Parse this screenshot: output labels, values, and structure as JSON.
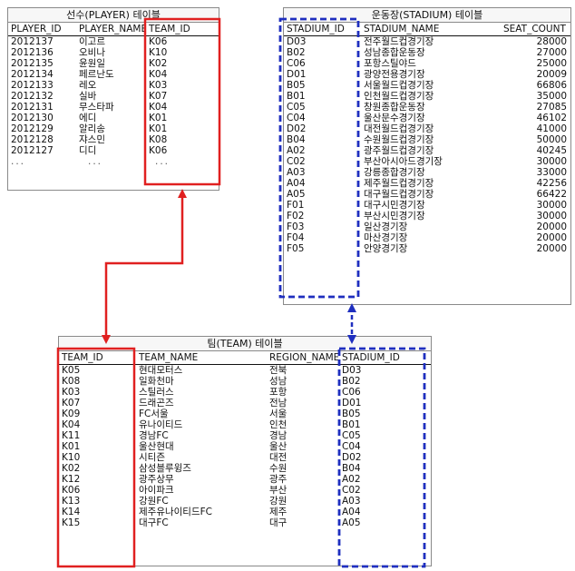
{
  "player_table": {
    "caption": "선수(PLAYER) 테이블",
    "headers": [
      "PLAYER_ID",
      "PLAYER_NAME",
      "TEAM_ID"
    ],
    "rows": [
      [
        "2012137",
        "이고르",
        "K06"
      ],
      [
        "2012136",
        "오비나",
        "K10"
      ],
      [
        "2012135",
        "윤원일",
        "K02"
      ],
      [
        "2012134",
        "페르난도",
        "K04"
      ],
      [
        "2012133",
        "레오",
        "K03"
      ],
      [
        "2012132",
        "실바",
        "K07"
      ],
      [
        "2012131",
        "무스타파",
        "K04"
      ],
      [
        "2012130",
        "에디",
        "K01"
      ],
      [
        "2012129",
        "알리송",
        "K01"
      ],
      [
        "2012128",
        "쟈스민",
        "K08"
      ],
      [
        "2012127",
        "디디",
        "K06"
      ]
    ],
    "ellipsis": [
      "...",
      "...",
      "..."
    ]
  },
  "stadium_table": {
    "caption": "운동장(STADIUM) 테이블",
    "headers": [
      "STADIUM_ID",
      "STADIUM_NAME",
      "SEAT_COUNT"
    ],
    "rows": [
      [
        "D03",
        "전주월드컵경기장",
        "28000"
      ],
      [
        "B02",
        "성남종합운동장",
        "27000"
      ],
      [
        "C06",
        "포항스틸야드",
        "25000"
      ],
      [
        "D01",
        "광양전용경기장",
        "20009"
      ],
      [
        "B05",
        "서울월드컵경기장",
        "66806"
      ],
      [
        "B01",
        "인천월드컵경기장",
        "35000"
      ],
      [
        "C05",
        "창원종합운동장",
        "27085"
      ],
      [
        "C04",
        "울산문수경기장",
        "46102"
      ],
      [
        "D02",
        "대전월드컵경기장",
        "41000"
      ],
      [
        "B04",
        "수원월드컵경기장",
        "50000"
      ],
      [
        "A02",
        "광주월드컵경기장",
        "40245"
      ],
      [
        "C02",
        "부산아시아드경기장",
        "30000"
      ],
      [
        "A03",
        "강릉종합경기장",
        "33000"
      ],
      [
        "A04",
        "제주월드컵경기장",
        "42256"
      ],
      [
        "A05",
        "대구월드컵경기장",
        "66422"
      ],
      [
        "F01",
        "대구시민경기장",
        "30000"
      ],
      [
        "F02",
        "부산시민경기장",
        "30000"
      ],
      [
        "F03",
        "일산경기장",
        "20000"
      ],
      [
        "F04",
        "마산경기장",
        "20000"
      ],
      [
        "F05",
        "안양경기장",
        "20000"
      ]
    ]
  },
  "team_table": {
    "caption": "팀(TEAM) 테이블",
    "headers": [
      "TEAM_ID",
      "TEAM_NAME",
      "REGION_NAME",
      "STADIUM_ID"
    ],
    "rows": [
      [
        "K05",
        "현대모터스",
        "전북",
        "D03"
      ],
      [
        "K08",
        "일화천마",
        "성남",
        "B02"
      ],
      [
        "K03",
        "스틸러스",
        "포항",
        "C06"
      ],
      [
        "K07",
        "드래곤즈",
        "전남",
        "D01"
      ],
      [
        "K09",
        "FC서울",
        "서울",
        "B05"
      ],
      [
        "K04",
        "유나이티드",
        "인천",
        "B01"
      ],
      [
        "K11",
        "경남FC",
        "경남",
        "C05"
      ],
      [
        "K01",
        "울산현대",
        "울산",
        "C04"
      ],
      [
        "K10",
        "시티즌",
        "대전",
        "D02"
      ],
      [
        "K02",
        "삼성블루윙즈",
        "수원",
        "B04"
      ],
      [
        "K12",
        "광주상무",
        "광주",
        "A02"
      ],
      [
        "K06",
        "아이파크",
        "부산",
        "C02"
      ],
      [
        "K13",
        "강원FC",
        "강원",
        "A03"
      ],
      [
        "K14",
        "제주유나이티드FC",
        "제주",
        "A04"
      ],
      [
        "K15",
        "대구FC",
        "대구",
        "A05"
      ]
    ]
  },
  "colors": {
    "red_box": "#e02020",
    "blue_box": "#1f2fbf"
  }
}
